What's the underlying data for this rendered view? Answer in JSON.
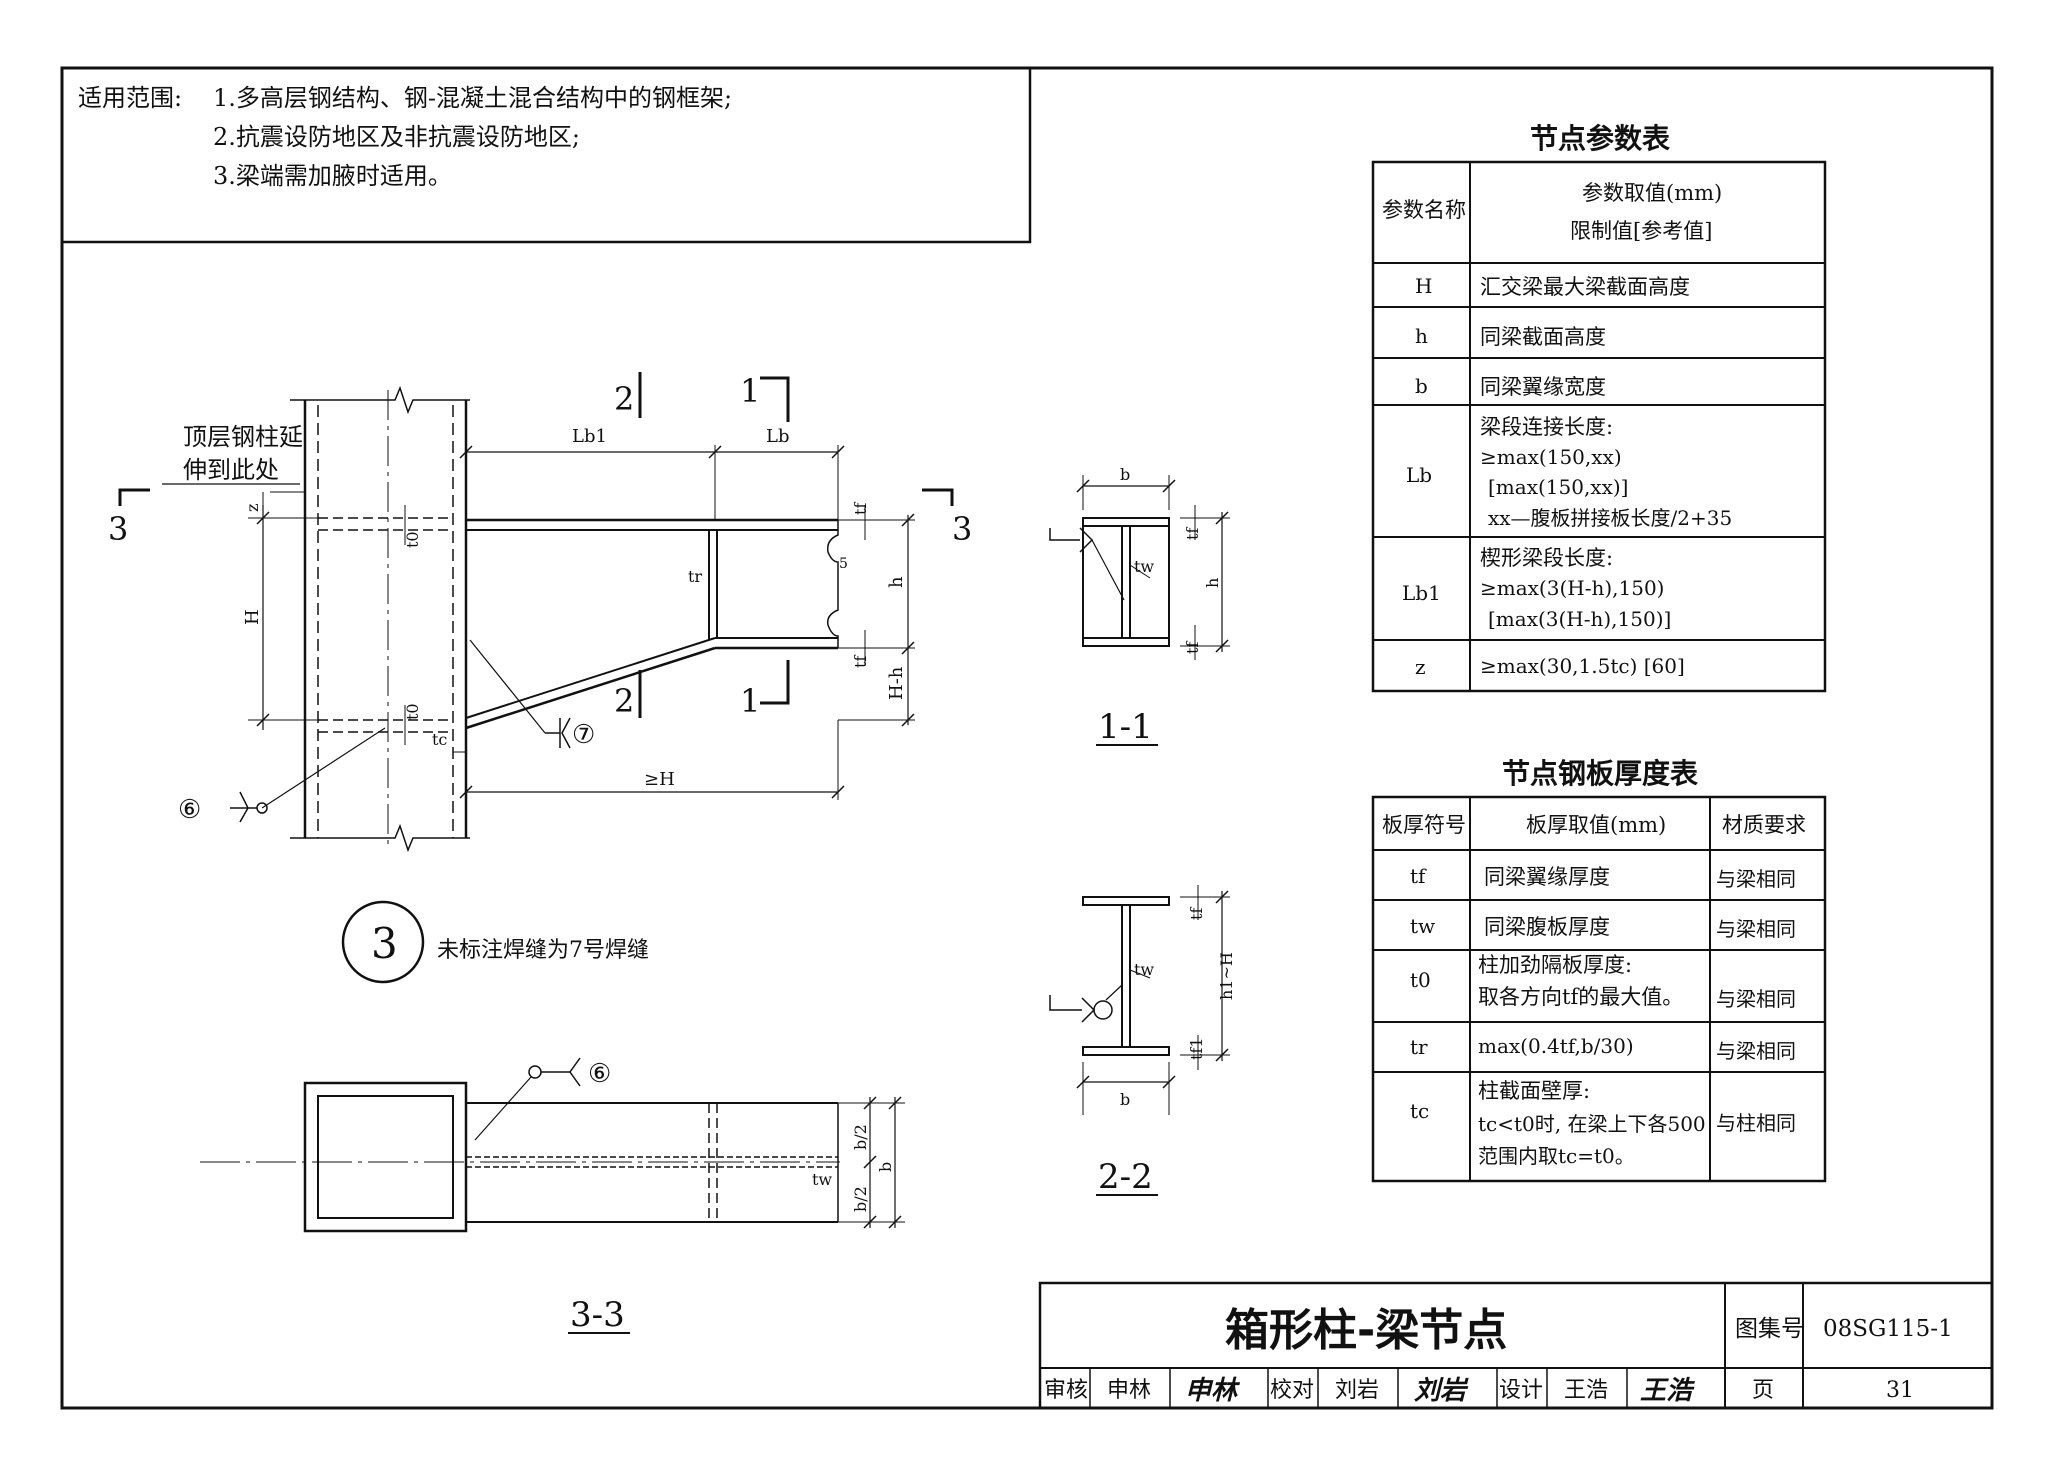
{
  "scope": {
    "label": "适用范围:",
    "items": [
      "1.多高层钢结构、钢-混凝土混合结构中的钢框架;",
      "2.抗震设防地区及非抗震设防地区;",
      "3.梁端需加腋时适用。"
    ]
  },
  "elevation": {
    "top_column_note": [
      "顶层钢柱延",
      "伸到此处"
    ],
    "section_marks": {
      "s1": "1",
      "s2": "2",
      "s3": "3"
    },
    "dims": {
      "Lb1": "Lb1",
      "Lb": "Lb",
      "H": "H",
      "h": "h",
      "Hh": "H-h",
      "geH": "≥H",
      "z": "z",
      "t0a": "t0",
      "t0b": "t0",
      "tc": "tc",
      "tr": "tr",
      "tf_top": "tf",
      "tf_bot": "tf",
      "five": "5"
    },
    "weld6": "⑥",
    "weld7": "⑦",
    "detail_number": "3",
    "detail_note": "未标注焊缝为7号焊缝"
  },
  "section11": {
    "title": "1-1",
    "b": "b",
    "tw": "tw",
    "tf_top": "tf",
    "tf_bot": "tf",
    "h": "h"
  },
  "section22": {
    "title": "2-2",
    "b": "b",
    "tw": "tw",
    "tf_top": "tf",
    "tf_bot": "tf1",
    "h1H": "h1~H"
  },
  "section33": {
    "title": "3-3",
    "weld6": "⑥",
    "b": "b",
    "b2_top": "b/2",
    "b2_bot": "b/2",
    "tw": "tw"
  },
  "param_table": {
    "title": "节点参数表",
    "head_name": "参数名称",
    "head_value_1": "参数取值(mm)",
    "head_value_2": "限制值[参考值]",
    "rows": [
      {
        "name": "H",
        "lines": [
          "汇交梁最大梁截面高度"
        ]
      },
      {
        "name": "h",
        "lines": [
          "同梁截面高度"
        ]
      },
      {
        "name": "b",
        "lines": [
          "同梁翼缘宽度"
        ]
      },
      {
        "name": "Lb",
        "lines": [
          "梁段连接长度:",
          "≥max(150,xx)",
          "[max(150,xx)]",
          "xx—腹板拼接板长度/2+35"
        ]
      },
      {
        "name": "Lb1",
        "lines": [
          "楔形梁段长度:",
          "≥max(3(H-h),150)",
          "[max(3(H-h),150)]"
        ]
      },
      {
        "name": "z",
        "lines": [
          "≥max(30,1.5tc) [60]"
        ]
      }
    ]
  },
  "plate_table": {
    "title": "节点钢板厚度表",
    "head_sym": "板厚符号",
    "head_val": "板厚取值(mm)",
    "head_mat": "材质要求",
    "rows": [
      {
        "sym": "tf",
        "lines": [
          "同梁翼缘厚度"
        ],
        "mat": "与梁相同"
      },
      {
        "sym": "tw",
        "lines": [
          "同梁腹板厚度"
        ],
        "mat": "与梁相同"
      },
      {
        "sym": "t0",
        "lines": [
          "柱加劲隔板厚度:",
          "取各方向tf的最大值。"
        ],
        "mat": "与梁相同"
      },
      {
        "sym": "tr",
        "lines": [
          "max(0.4tf,b/30)"
        ],
        "mat": "与梁相同"
      },
      {
        "sym": "tc",
        "lines": [
          "柱截面壁厚:",
          "tc<t0时, 在梁上下各500",
          "范围内取tc=t0。"
        ],
        "mat": "与柱相同"
      }
    ]
  },
  "title_block": {
    "title": "箱形柱-梁节点",
    "atlas_label": "图集号",
    "atlas_no": "08SG115-1",
    "review_label": "审核",
    "review_name": "申林",
    "review_sig": "申林",
    "check_label": "校对",
    "check_name": "刘岩",
    "check_sig": "刘岩",
    "design_label": "设计",
    "design_name": "王浩",
    "design_sig": "王浩",
    "page_label": "页",
    "page_no": "31"
  }
}
